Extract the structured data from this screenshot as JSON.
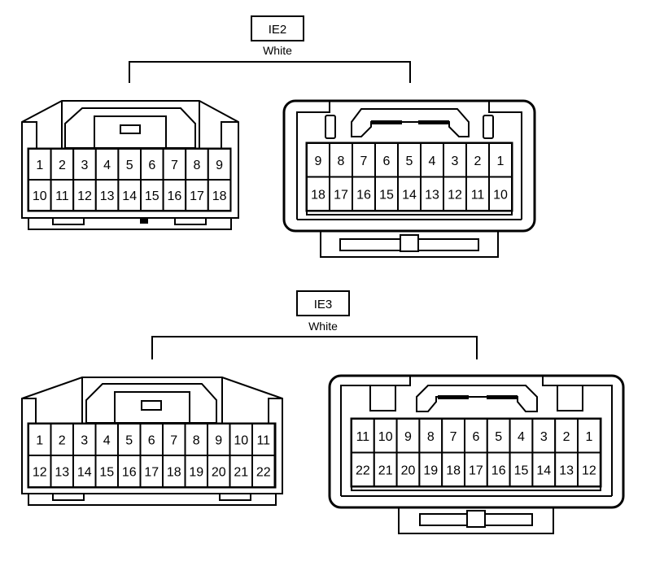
{
  "groups": [
    {
      "id": "IE2",
      "color": "White",
      "female": {
        "row1": [
          "1",
          "2",
          "3",
          "4",
          "5",
          "6",
          "7",
          "8",
          "9"
        ],
        "row2": [
          "10",
          "11",
          "12",
          "13",
          "14",
          "15",
          "16",
          "17",
          "18"
        ]
      },
      "male": {
        "row1": [
          "9",
          "8",
          "7",
          "6",
          "5",
          "4",
          "3",
          "2",
          "1"
        ],
        "row2": [
          "18",
          "17",
          "16",
          "15",
          "14",
          "13",
          "12",
          "11",
          "10"
        ]
      }
    },
    {
      "id": "IE3",
      "color": "White",
      "female": {
        "row1": [
          "1",
          "2",
          "3",
          "4",
          "5",
          "6",
          "7",
          "8",
          "9",
          "10",
          "11"
        ],
        "row2": [
          "12",
          "13",
          "14",
          "15",
          "16",
          "17",
          "18",
          "19",
          "20",
          "21",
          "22"
        ]
      },
      "male": {
        "row1": [
          "11",
          "10",
          "9",
          "8",
          "7",
          "6",
          "5",
          "4",
          "3",
          "2",
          "1"
        ],
        "row2": [
          "22",
          "21",
          "20",
          "19",
          "18",
          "17",
          "16",
          "15",
          "14",
          "13",
          "12"
        ]
      }
    }
  ]
}
